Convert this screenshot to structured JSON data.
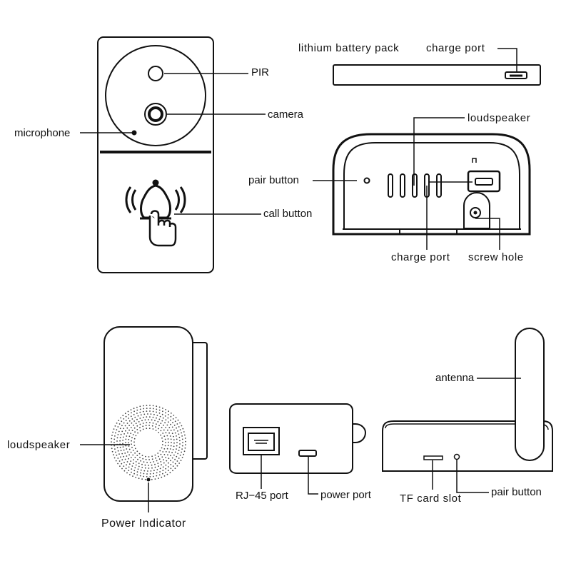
{
  "doorbell": {
    "labels": {
      "pir": "PIR",
      "camera": "camera",
      "microphone": "microphone",
      "call_button": "call button"
    }
  },
  "battery": {
    "labels": {
      "battery_pack": "lithium battery pack",
      "charge_port": "charge port"
    }
  },
  "doorbell_bottom": {
    "labels": {
      "loudspeaker": "loudspeaker",
      "pair_button": "pair button",
      "charge_port": "charge port",
      "screw_hole": "screw hole"
    }
  },
  "chime": {
    "labels": {
      "loudspeaker": "loudspeaker",
      "power_indicator": "Power Indicator"
    }
  },
  "base_station": {
    "labels": {
      "rj45_port": "RJ−45 port",
      "power_port": "power port"
    }
  },
  "router": {
    "labels": {
      "antenna": "antenna",
      "tf_card_slot": "TF card slot",
      "pair_button": "pair button"
    }
  }
}
